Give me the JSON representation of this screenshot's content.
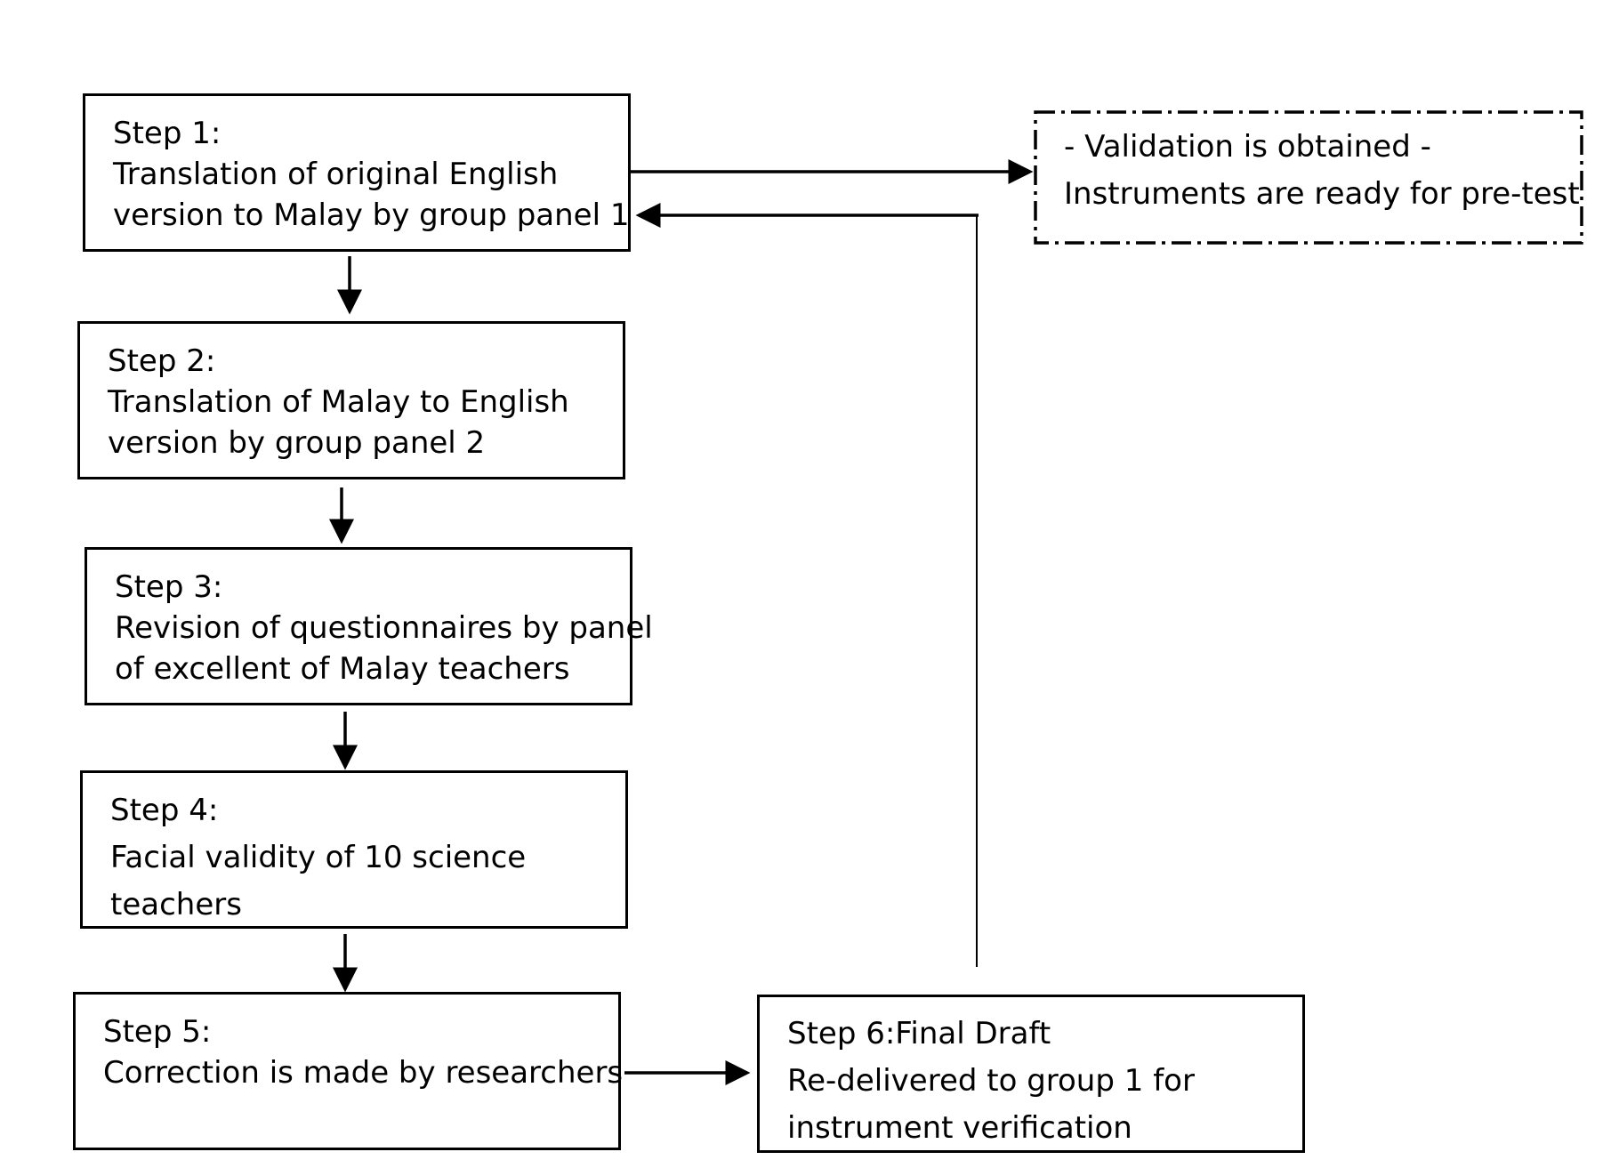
{
  "steps": [
    {
      "id": "step1",
      "lines": [
        "Step 1:",
        "Translation of original English",
        "version to Malay by group panel 1"
      ]
    },
    {
      "id": "step2",
      "lines": [
        "Step 2:",
        "Translation of Malay to English",
        "version by group panel 2"
      ]
    },
    {
      "id": "step3",
      "lines": [
        "Step 3:",
        "Revision of questionnaires by panel",
        "of excellent of Malay teachers"
      ]
    },
    {
      "id": "step4",
      "lines": [
        "Step 4:",
        "Facial validity of 10 science",
        "teachers"
      ]
    },
    {
      "id": "step5",
      "lines": [
        "Step 5:",
        "Correction is made by researchers"
      ]
    },
    {
      "id": "step6",
      "lines": [
        "Step 6:Final Draft",
        "Re-delivered to group 1 for",
        "instrument verification"
      ]
    }
  ],
  "outcome": {
    "lines": [
      "- Validation is obtained -",
      "Instruments are ready for pre-test"
    ]
  }
}
